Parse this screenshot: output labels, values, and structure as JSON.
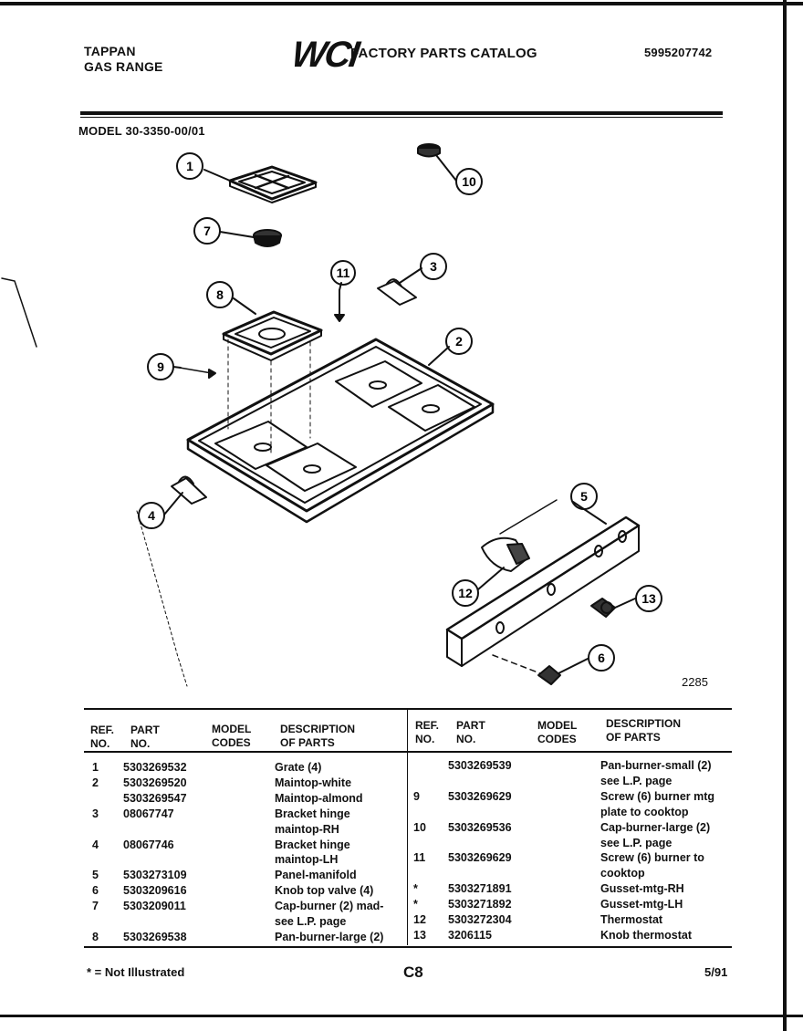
{
  "header": {
    "brand": "TAPPAN",
    "product": "GAS RANGE",
    "logo": "WCI",
    "catalog_title": "FACTORY PARTS CATALOG",
    "catalog_number": "5995207742"
  },
  "model": "MODEL 30-3350-00/01",
  "diagram": {
    "callouts": [
      "1",
      "2",
      "3",
      "4",
      "5",
      "6",
      "7",
      "8",
      "9",
      "10",
      "11",
      "12",
      "13"
    ],
    "code": "2285"
  },
  "table": {
    "headers": {
      "ref_no_line1": "REF.",
      "ref_no_line2": "NO.",
      "part_no_line1": "PART",
      "part_no_line2": "NO.",
      "model_codes_line1": "MODEL",
      "model_codes_line2": "CODES",
      "description_line1": "DESCRIPTION",
      "description_line2": "OF PARTS"
    },
    "left_rows": [
      {
        "ref": "1",
        "part": "5303269532",
        "desc": "Grate (4)"
      },
      {
        "ref": "2",
        "part": "5303269520",
        "desc": "Maintop-white"
      },
      {
        "ref": "",
        "part": "5303269547",
        "desc": "Maintop-almond"
      },
      {
        "ref": "3",
        "part": "08067747",
        "desc": "Bracket hinge"
      },
      {
        "ref": "",
        "part": "",
        "desc": "maintop-RH"
      },
      {
        "ref": "4",
        "part": "08067746",
        "desc": "Bracket hinge"
      },
      {
        "ref": "",
        "part": "",
        "desc": "maintop-LH"
      },
      {
        "ref": "5",
        "part": "5303273109",
        "desc": "Panel-manifold"
      },
      {
        "ref": "6",
        "part": "5303209616",
        "desc": "Knob top valve (4)"
      },
      {
        "ref": "7",
        "part": "5303209011",
        "desc": "Cap-burner (2) mad-"
      },
      {
        "ref": "",
        "part": "",
        "desc": "see L.P. page"
      },
      {
        "ref": "8",
        "part": "5303269538",
        "desc": "Pan-burner-large (2)"
      }
    ],
    "right_rows": [
      {
        "ref": "",
        "part": "5303269539",
        "desc": "Pan-burner-small (2)"
      },
      {
        "ref": "",
        "part": "",
        "desc": "see L.P. page"
      },
      {
        "ref": "9",
        "part": "5303269629",
        "desc": "Screw (6) burner mtg"
      },
      {
        "ref": "",
        "part": "",
        "desc": "plate to cooktop"
      },
      {
        "ref": "10",
        "part": "5303269536",
        "desc": "Cap-burner-large (2)"
      },
      {
        "ref": "",
        "part": "",
        "desc": "see L.P. page"
      },
      {
        "ref": "11",
        "part": "5303269629",
        "desc": "Screw (6) burner to"
      },
      {
        "ref": "",
        "part": "",
        "desc": "cooktop"
      },
      {
        "ref": "*",
        "part": "5303271891",
        "desc": "Gusset-mtg-RH"
      },
      {
        "ref": "*",
        "part": "5303271892",
        "desc": "Gusset-mtg-LH"
      },
      {
        "ref": "12",
        "part": "5303272304",
        "desc": "Thermostat"
      },
      {
        "ref": "13",
        "part": "3206115",
        "desc": "Knob thermostat"
      }
    ]
  },
  "footer": {
    "footnote": "* = Not Illustrated",
    "page_id": "C8",
    "date": "5/91"
  }
}
